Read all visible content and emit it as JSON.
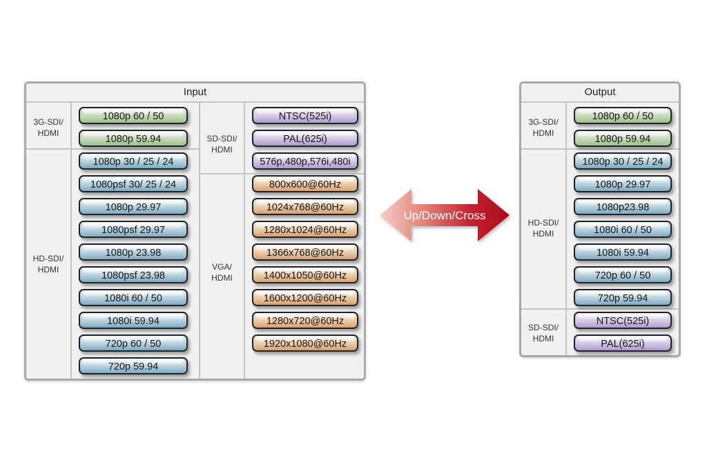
{
  "input": {
    "title": "Input",
    "left_groups": [
      {
        "label_line1": "3G-SDI/",
        "label_line2": "HDMI",
        "color": "green",
        "items": [
          "1080p 60 / 50",
          "1080p 59.94"
        ]
      },
      {
        "label_line1": "HD-SDI/",
        "label_line2": "HDMI",
        "color": "blue",
        "items": [
          "1080p 30 / 25 / 24",
          "1080psf 30/ 25 / 24",
          "1080p 29.97",
          "1080psf 29.97",
          "1080p 23.98",
          "1080psf 23.98",
          "1080i 60 / 50",
          "1080i 59.94",
          "720p 60 / 50",
          "720p 59.94"
        ]
      }
    ],
    "right_groups": [
      {
        "label_line1": "SD-SDI/",
        "label_line2": "HDMI",
        "color": "purple",
        "items": [
          "NTSC(525i)",
          "PAL(625i)",
          "576p,480p,576i,480i"
        ]
      },
      {
        "label_line1": "VGA/",
        "label_line2": "HDMI",
        "color": "orange",
        "items": [
          "800x600@60Hz",
          "1024x768@60Hz",
          "1280x1024@60Hz",
          "1366x768@60Hz",
          "1400x1050@60Hz",
          "1600x1200@60Hz",
          "1280x720@60Hz",
          "1920x1080@60Hz"
        ]
      }
    ]
  },
  "arrow": {
    "label": "Up/Down/Cross",
    "color_light": "#f2c4bc",
    "color_dark": "#b5101e"
  },
  "output": {
    "title": "Output",
    "groups": [
      {
        "label_line1": "3G-SDI/",
        "label_line2": "HDMI",
        "color": "green",
        "items": [
          "1080p 60 / 50",
          "1080p 59.94"
        ]
      },
      {
        "label_line1": "HD-SDI/",
        "label_line2": "HDMI",
        "color": "blue",
        "items": [
          "1080p 30 / 25 / 24",
          "1080p 29.97",
          "1080p23.98",
          "1080i 60 / 50",
          "1080i 59.94",
          "720p 60 / 50",
          "720p 59.94"
        ]
      },
      {
        "label_line1": "SD-SDI/",
        "label_line2": "HDMI",
        "color": "purple",
        "items": [
          "NTSC(525i)",
          "PAL(625i)"
        ]
      }
    ]
  },
  "colors": {
    "green": "#c5d9b8",
    "blue": "#b6d0dd",
    "purple": "#d3c7e4",
    "orange": "#ecc9a6"
  }
}
